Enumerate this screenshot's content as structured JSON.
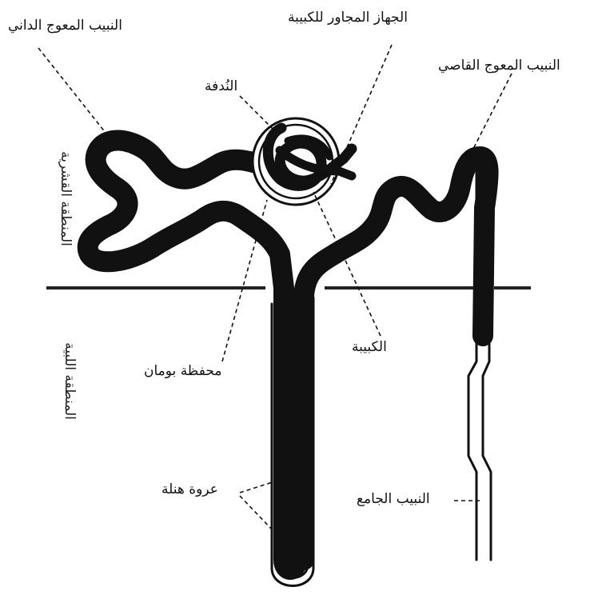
{
  "labels": {
    "proximal_tubule": "النبيب المعوج الداني",
    "juxtaglomerular": "الجهاز المجاور للكبيبة",
    "distal_tubule": "النبيب المعوج القاصي",
    "afferent": "النُدفة",
    "bowman_capsule": "محفظة بومان",
    "glomerulus": "الكبيبة",
    "loop_of_henle": "عروة هنلة",
    "collecting_duct": "النبيب الجامع"
  },
  "zones": {
    "cortex": "المنطقة القشرية",
    "medulla": "المنطقة اللبية"
  },
  "colors": {
    "ink": "#111111",
    "background": "#ffffff"
  }
}
